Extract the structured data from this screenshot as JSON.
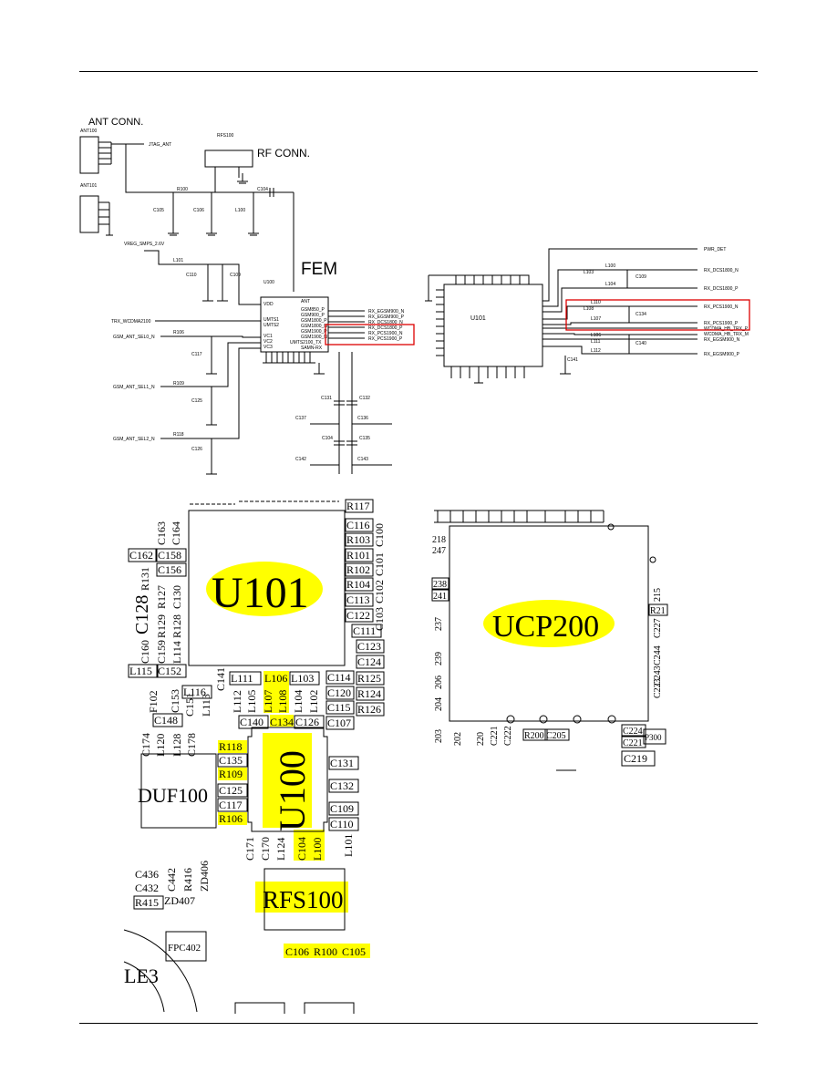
{
  "schematic_left": {
    "title_ant": "ANT CONN.",
    "title_rf": "RF CONN.",
    "title_fem": "FEM",
    "ant100": "ANT100",
    "ant101": "ANT101",
    "rfs100": "RFS100",
    "jtag": "JTAG_ANT",
    "vreg": "VREG_SMPS_2.6V",
    "trx": "TRX_WCDMA2100",
    "gsm0": "GSM_ANT_SEL0_N",
    "gsm1": "GSM_ANT_SEL1_N",
    "gsm2": "GSM_ANT_SEL2_N",
    "u100": "U100",
    "parts": [
      "R100",
      "C105",
      "C106",
      "L100",
      "C104",
      "L101",
      "C110",
      "C109",
      "R106",
      "C117",
      "R109",
      "C125",
      "R118",
      "C126",
      "C131",
      "C132",
      "C137",
      "C136",
      "C104",
      "C135",
      "C142",
      "C143"
    ],
    "outputs": [
      "RX_EGSM900_N",
      "RX_EGSM900_P",
      "RX_DCS1800_N",
      "RX_DCS1800_P",
      "RX_PCS1900_N",
      "RX_PCS1900_P"
    ],
    "pins_left": [
      "VDD",
      "UMTS1",
      "UMTS2",
      "VC1",
      "VC2",
      "VC3"
    ],
    "pins_right": [
      "ANT",
      "GSM850_P",
      "GSM900_P",
      "GSM1800_P",
      "GSM1800_N",
      "GSM1900_P",
      "GSM1900_N",
      "UMTS2100_TX",
      "SAMN-RX"
    ]
  },
  "schematic_right": {
    "u101": "U101",
    "pwr_det": "PWR_DET",
    "outputs": [
      "RX_DCS1800_N",
      "RX_DCS1800_P",
      "RX_PCS1900_N",
      "RX_PCS1900_P",
      "WCDMA_HB_TRX_P",
      "WCDMA_HB_TRX_M",
      "RX_EGSM900_N",
      "RX_EGSM900_P"
    ],
    "parts": [
      "L100",
      "L103",
      "C109",
      "L104",
      "L110",
      "C134",
      "L107",
      "L108",
      "L106",
      "L111",
      "C140",
      "L112",
      "C141"
    ]
  },
  "pcb_left": {
    "u101": "U101",
    "u100": "U100",
    "rfs100": "RFS100",
    "duf100": "DUF100",
    "fpc402": "FPC402",
    "le3": "LE3",
    "labels": {
      "r117": "R117",
      "c116": "C116",
      "c100": "C100",
      "r103": "R103",
      "r101": "R101",
      "c101": "C101",
      "r102": "R102",
      "r104": "R104",
      "c102": "C102",
      "c113": "C113",
      "c103": "C103",
      "c122": "C122",
      "c111": "C111",
      "c123": "C123",
      "c124": "C124",
      "r125": "R125",
      "r124": "R124",
      "r126": "R126",
      "c114": "C114",
      "c120": "C120",
      "c115": "C115",
      "c107": "C107",
      "c162": "C162",
      "c158": "C158",
      "c156": "C156",
      "c163": "C163",
      "c164": "C164",
      "r131": "R131",
      "r127": "R127",
      "c130": "C130",
      "c128": "C128",
      "r129": "R129",
      "r128": "R128",
      "c160": "C160",
      "c159": "C159",
      "l114": "L114",
      "l115": "L115",
      "c152": "C152",
      "l111": "L111",
      "l106": "L106",
      "l103": "L103",
      "c141": "C141",
      "l116": "L116",
      "f102": "F102",
      "c153": "C153",
      "c151": "C151",
      "l113": "L113",
      "l112": "L112",
      "l105": "L105",
      "l107": "L107",
      "l108": "L108",
      "l104": "L104",
      "l102": "L102",
      "c148": "C148",
      "c140": "C140",
      "c134": "C134",
      "c126": "C126",
      "c174": "C174",
      "l120": "L120",
      "l128": "L128",
      "c178": "C178",
      "r118": "R118",
      "c135": "C135",
      "r109": "R109",
      "c125": "C125",
      "c117": "C117",
      "r106": "R106",
      "c131": "C131",
      "c132": "C132",
      "c109": "C109",
      "c110": "C110",
      "l101": "L101",
      "c171": "C171",
      "c170": "C170",
      "l124": "L124",
      "c104": "C104",
      "l100": "L100",
      "c436": "C436",
      "c432": "C432",
      "c442": "C442",
      "r416": "R416",
      "zd406": "ZD406",
      "r415": "R415",
      "zd407": "ZD407",
      "c106": "C106",
      "r100": "R100",
      "c105": "C105"
    }
  },
  "pcb_right": {
    "ucp200": "UCP200",
    "labels": {
      "n218": "218",
      "n247": "247",
      "n238": "238",
      "n241": "241",
      "n237": "237",
      "n239": "239",
      "n206": "206",
      "n204": "204",
      "n203": "203",
      "n220": "220",
      "n202": "202",
      "n221": "C221",
      "n222": "C222",
      "r200": "R200",
      "c205": "C205",
      "c224": "C224",
      "c221b": "C221",
      "p300": "P300",
      "c219": "C219",
      "n215": "215",
      "r21": "R21",
      "c227": "C227",
      "c244": "C244",
      "c243": "C243",
      "c223": "C223"
    }
  }
}
